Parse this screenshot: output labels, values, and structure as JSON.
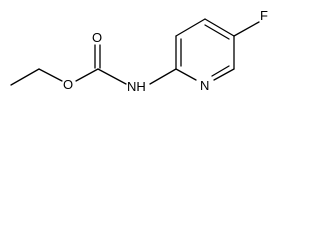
{
  "diagram": {
    "type": "chemical-structure",
    "atoms": {
      "oxygen_ether": "O",
      "oxygen_carbonyl": "O",
      "nitrogen_amine": "NH",
      "nitrogen_ring": "N",
      "fluorine": "F"
    },
    "colors": {
      "bond": "#000000",
      "label": "#000000",
      "background": "#ffffff"
    }
  }
}
